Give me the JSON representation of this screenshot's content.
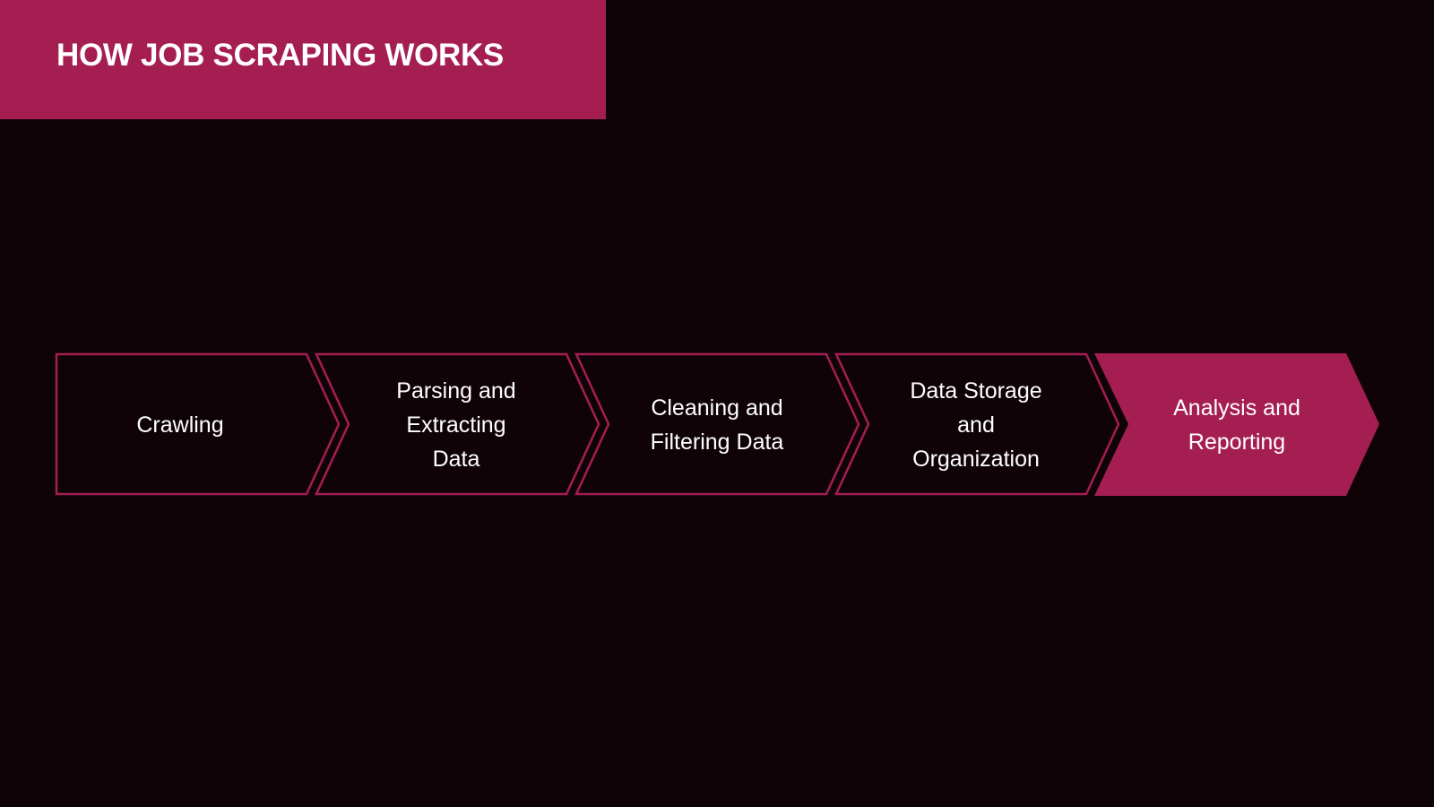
{
  "header": {
    "title": "HOW JOB SCRAPING WORKS"
  },
  "colors": {
    "background": "#0f0308",
    "accent": "#a51e51",
    "outline": "#a51e51",
    "text": "#ffffff"
  },
  "process": {
    "steps": [
      {
        "label": "Crawling",
        "style": "outline"
      },
      {
        "label": "Parsing and Extracting Data",
        "style": "outline"
      },
      {
        "label": "Cleaning and Filtering Data",
        "style": "outline"
      },
      {
        "label": "Data Storage and Organization",
        "style": "outline"
      },
      {
        "label": "Analysis and Reporting",
        "style": "filled"
      }
    ]
  }
}
